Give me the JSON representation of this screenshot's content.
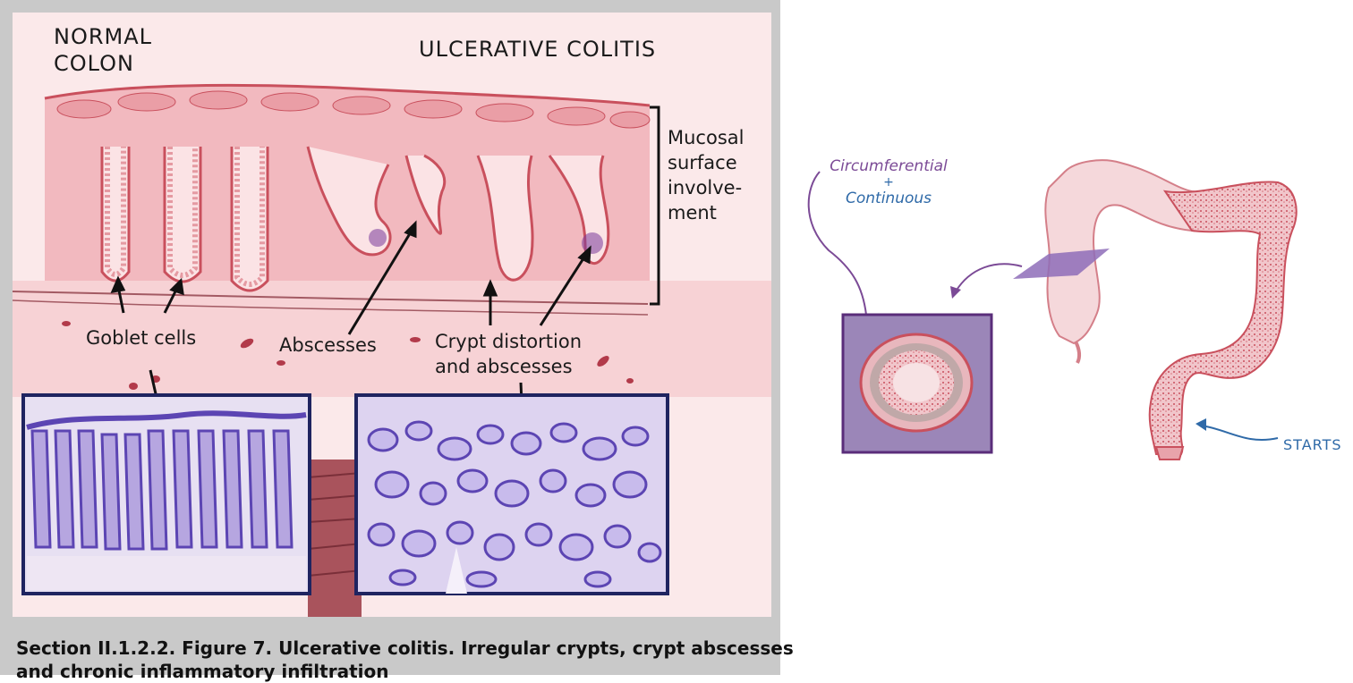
{
  "figure_left": {
    "normal_colon_label": [
      "NORMAL",
      "COLON"
    ],
    "ulcerative_colitis_label": "ULCERATIVE COLITIS",
    "mucosal_label": [
      "Mucosal",
      "surface",
      "involve-",
      "ment"
    ],
    "goblet_label": "Goblet cells",
    "abscesses_label": "Abscesses",
    "crypt_label": [
      "Crypt distortion",
      "and abscesses"
    ],
    "caption": [
      "Section II.1.2.2. Figure 7. Ulcerative colitis. Irregular crypts, crypt abscesses",
      "and chronic inflammatory infiltration"
    ]
  },
  "figure_right": {
    "circ_label": [
      "Circumferential",
      "+",
      "Continuous"
    ],
    "starts_label": "STARTS"
  },
  "colors": {
    "tissue_pink": "#f2b9bf",
    "tissue_dark": "#c9505d",
    "histology_purple": "#7a62c7",
    "annotation_purple": "#7b4a96",
    "annotation_blue": "#2f6aa8",
    "box_purple": "#9b86b8"
  }
}
